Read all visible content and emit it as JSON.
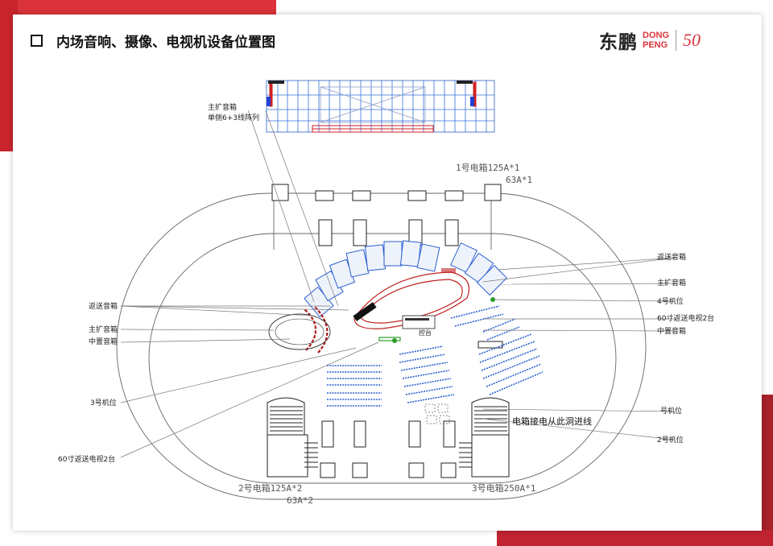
{
  "title": "内场音响、摄像、电视机设备位置图",
  "logo": {
    "cn": "东鹏",
    "en_top": "DONG",
    "en_bottom": "PENG",
    "anniv": "50"
  },
  "labels": {
    "main_speaker_top": "主扩音箱",
    "main_speaker_desc": "单侧6+3线阵列",
    "box1_a": "1号电箱125A*1",
    "box1_b": "63A*1",
    "return_left": "返送音箱",
    "main_left": "主扩音箱",
    "center_left": "中置音箱",
    "cam3": "3号机位",
    "tv_left": "60寸返送电视2台",
    "return_right": "返送音箱",
    "main_right": "主扩音箱",
    "cam4": "4号机位",
    "tv_right": "60寸返送电视2台",
    "center_right": "中置音箱",
    "cam1": "号机位",
    "power_in": "电箱接电从此洞进线",
    "cam2": "2号机位",
    "box2_a": "2号电箱125A*2",
    "box2_b": "63A*2",
    "box3": "3号电箱250A*1",
    "console": "控台"
  }
}
